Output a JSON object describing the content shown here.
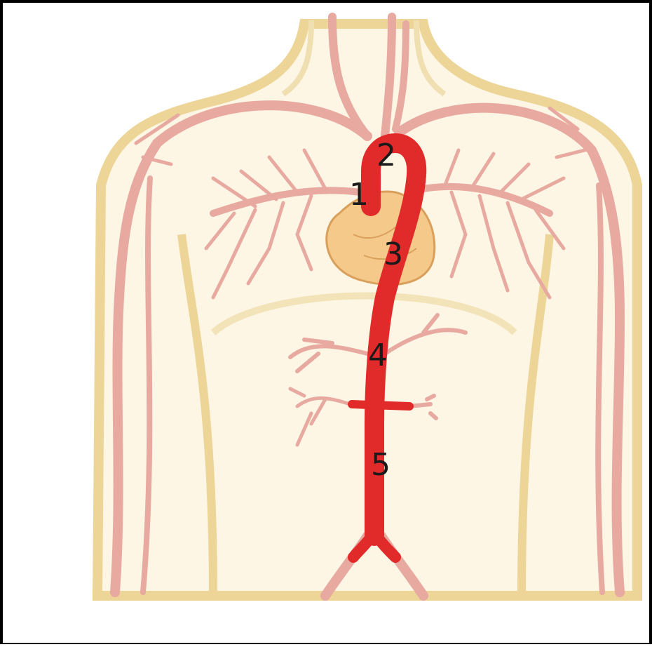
{
  "diagram": {
    "labels": [
      {
        "id": "1",
        "text": "1"
      },
      {
        "id": "2",
        "text": "2"
      },
      {
        "id": "3",
        "text": "3"
      },
      {
        "id": "4",
        "text": "4"
      },
      {
        "id": "5",
        "text": "5"
      }
    ]
  },
  "colors": {
    "body_fill": "#fdf6e4",
    "body_outline": "#ecd597",
    "vessel": "#e7a9a0",
    "vessel_light": "#efc2ba",
    "aorta": "#e12a2a",
    "heart": "#f5c98a",
    "heart_outline": "#d9a05c",
    "frame": "#000000"
  }
}
